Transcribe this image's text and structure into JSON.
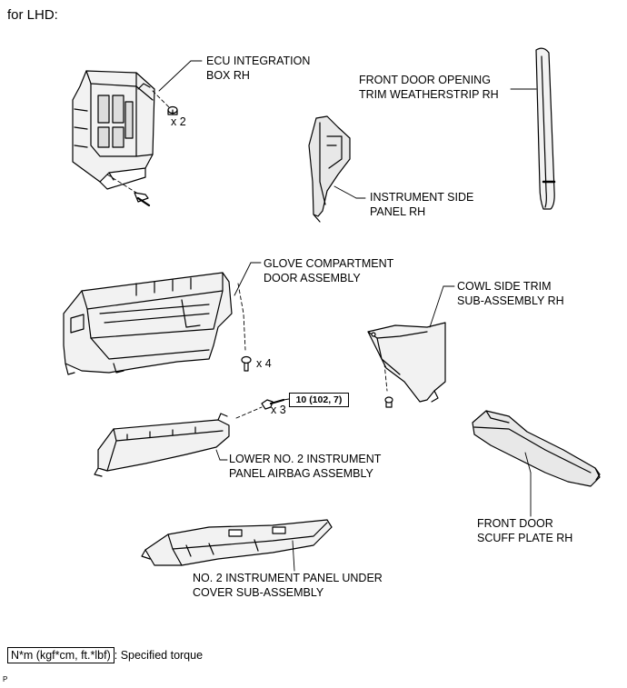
{
  "header": "for LHD:",
  "labels": {
    "ecu_line1": "ECU INTEGRATION",
    "ecu_line2": "BOX RH",
    "weather_line1": "FRONT DOOR OPENING",
    "weather_line2": "TRIM WEATHERSTRIP RH",
    "inst_side_line1": "INSTRUMENT SIDE",
    "inst_side_line2": "PANEL RH",
    "glove_line1": "GLOVE COMPARTMENT",
    "glove_line2": "DOOR ASSEMBLY",
    "cowl_line1": "COWL SIDE TRIM",
    "cowl_line2": "SUB-ASSEMBLY RH",
    "airbag_line1": "LOWER NO. 2 INSTRUMENT",
    "airbag_line2": "PANEL AIRBAG ASSEMBLY",
    "scuff_line1": "FRONT DOOR",
    "scuff_line2": "SCUFF PLATE RH",
    "under_line1": "NO. 2 INSTRUMENT PANEL UNDER",
    "under_line2": "COVER SUB-ASSEMBLY"
  },
  "quantities": {
    "ecu_nut": "x 2",
    "glove_screw": "x 4",
    "airbag_bolt": "x 3"
  },
  "torque": "10 (102, 7)",
  "legend": {
    "unit_box": "N*m (kgf*cm, ft.*lbf)",
    "description": ": Specified torque"
  },
  "corner_mark": "P"
}
